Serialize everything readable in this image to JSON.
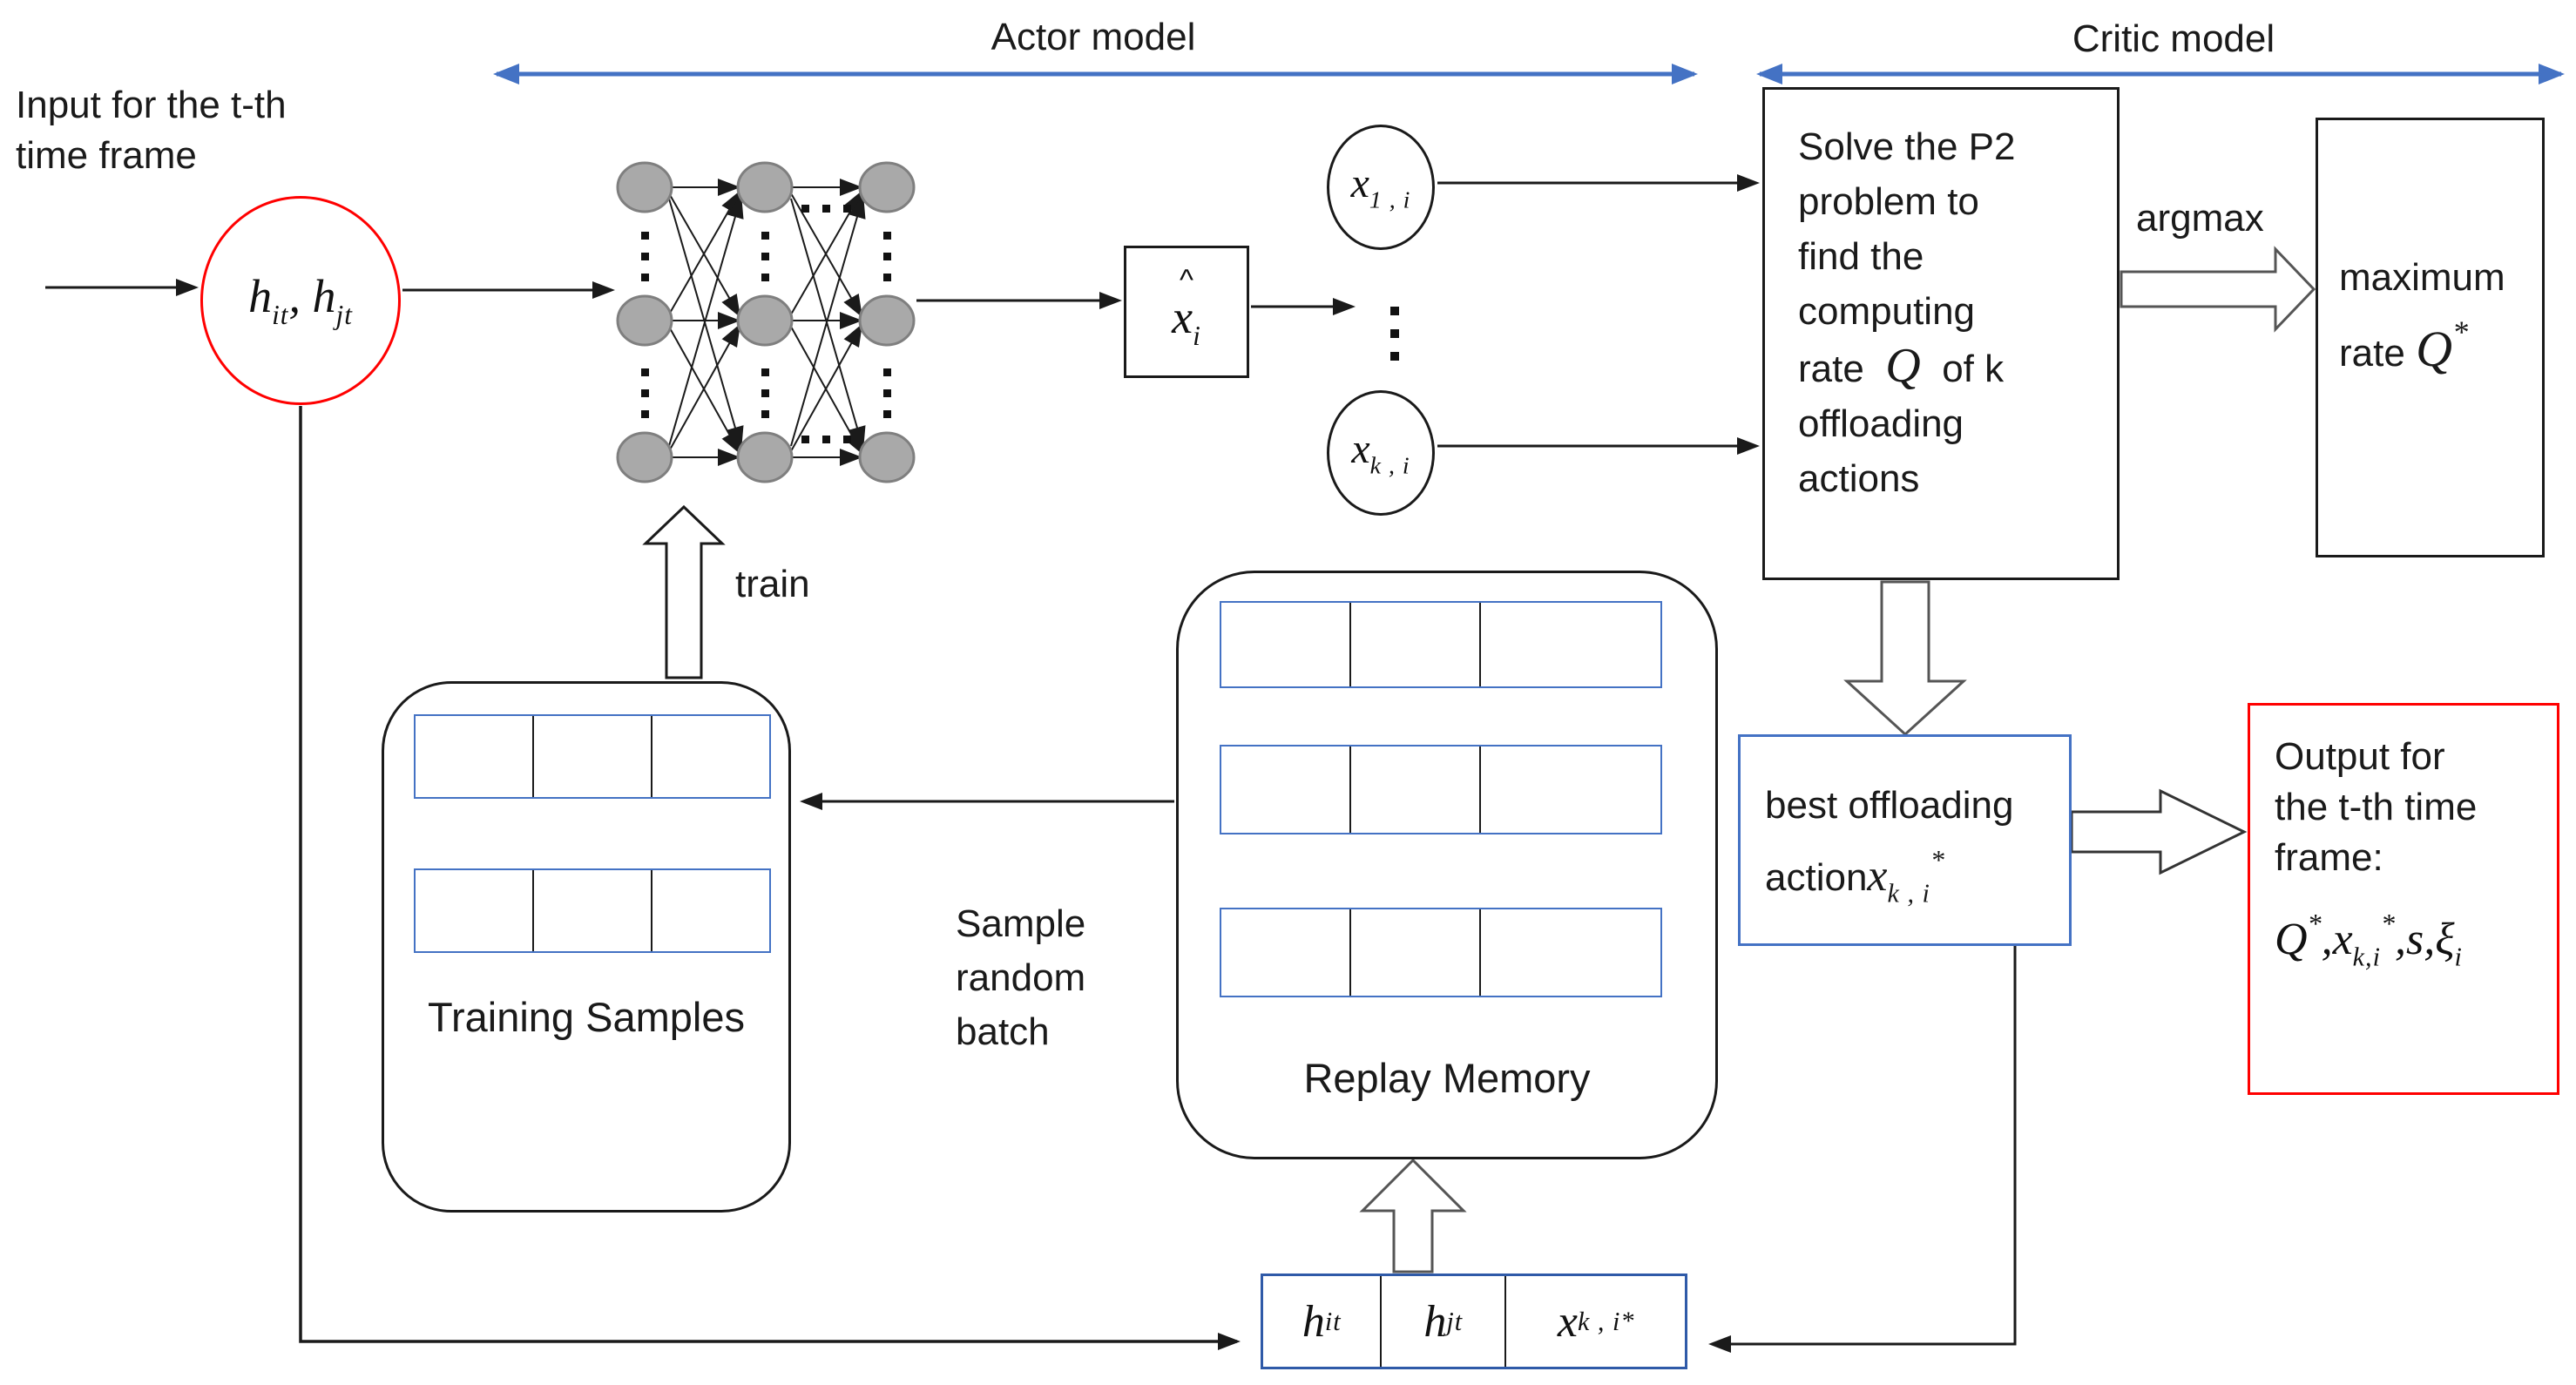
{
  "diagram": {
    "header": {
      "actor_label": "Actor model",
      "critic_label": "Critic model"
    },
    "input": {
      "label": "Input for the t-th\ntime frame",
      "circle": {
        "h1": "h",
        "sub1": "it",
        "comma": ", ",
        "h2": "h",
        "sub2": "jt"
      }
    },
    "actor": {
      "train_label": "train",
      "xhat": {
        "hat": "^",
        "base": "x",
        "sub": "i"
      },
      "action_circle_first": {
        "base": "x",
        "sub": "1 , i"
      },
      "action_circle_last": {
        "base": "x",
        "sub": "k , i"
      }
    },
    "critic": {
      "solve_box": {
        "line1": "Solve the P2",
        "line2": "problem to",
        "line3": "find the",
        "line4": "computing",
        "rate_pre": "rate",
        "rate_q": "Q",
        "rate_post": "of k",
        "line6": "offloading",
        "line7": "actions"
      },
      "argmax_label": "argmax",
      "max_box": {
        "line1": "maximum",
        "rate": "rate",
        "q": "Q",
        "star": "*"
      }
    },
    "best_box": {
      "line1": "best offloading",
      "action": "action",
      "x": "x",
      "x_sub": "k , i",
      "x_sup": "*"
    },
    "output_box": {
      "line1": "Output for",
      "line2": "the t-th time",
      "line3": "frame:",
      "math": {
        "q": "Q",
        "q_sup": "*",
        "c1": ",",
        "x": "x",
        "x_sub": "k,i",
        "x_sup": "*",
        "c2": ",",
        "s": "s",
        "c3": ",",
        "xi": "ξ",
        "xi_sub": "i"
      }
    },
    "training": {
      "label": "Training Samples"
    },
    "replay": {
      "label": "Replay Memory"
    },
    "sample_label": "Sample\nrandom\nbatch",
    "record": {
      "c1": {
        "base": "h",
        "sub": "it"
      },
      "c2": {
        "base": "h",
        "sub": "jt"
      },
      "c3": {
        "base": "x",
        "sub": "k , i",
        "sup": "*"
      }
    },
    "colors": {
      "accent_blue": "#4472c4",
      "record_blue": "#2f5aa8",
      "red": "#ff0000",
      "node_gray": "#a9a9a9",
      "node_stroke": "#7f7f7f",
      "line_black": "#1a1a1a"
    }
  }
}
